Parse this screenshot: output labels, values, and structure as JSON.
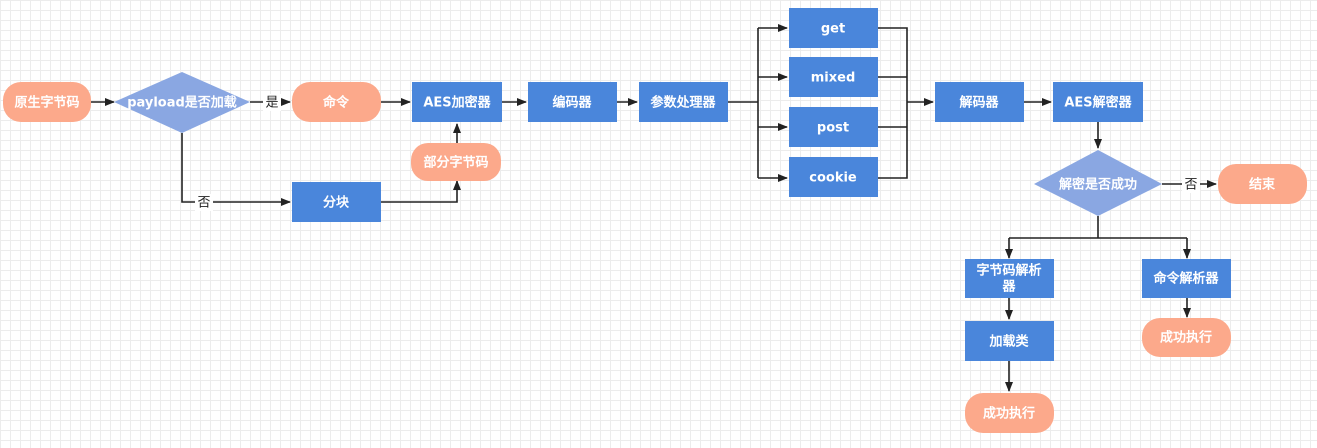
{
  "colors": {
    "process": "#4a86db",
    "terminal": "#fca98b",
    "decision": "#8aa7e2",
    "edge": "#222222"
  },
  "nodes": {
    "raw_bytecode": "原生字节码",
    "payload_loaded": "payload是否加载",
    "command": "命令",
    "chunk": "分块",
    "aes_encrypt": "AES加密器",
    "partial_bytecode": "部分字节码",
    "encoder": "编码器",
    "param_processor": "参数处理器",
    "get": "get",
    "mixed": "mixed",
    "post": "post",
    "cookie": "cookie",
    "decoder": "解码器",
    "aes_decrypt": "AES解密器",
    "decrypt_success": "解密是否成功",
    "end": "结束",
    "bytecode_parser_line1": "字节码解析",
    "bytecode_parser_line2": "器",
    "command_parser": "命令解析器",
    "load_class": "加载类",
    "success_left": "成功执行",
    "success_right": "成功执行"
  },
  "edge_labels": {
    "yes": "是",
    "no_payload": "否",
    "no_decrypt": "否"
  }
}
